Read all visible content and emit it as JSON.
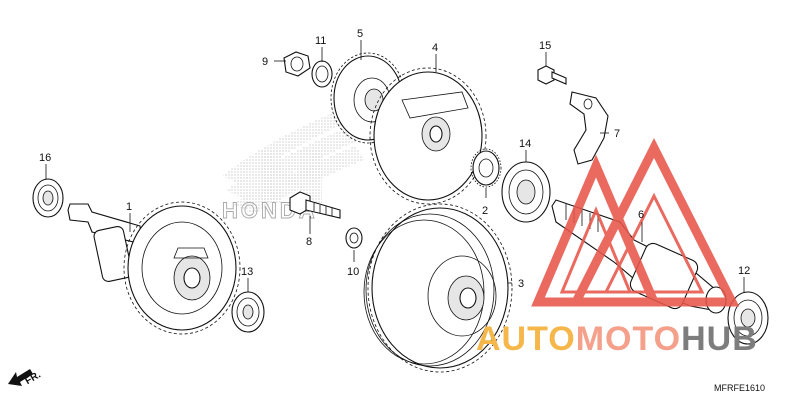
{
  "diagram": {
    "drawing_code": "MFRFE1610",
    "direction_label": "FR.",
    "watermark_logo": "HONDA",
    "watermark": {
      "prefix": "AUTO",
      "middle": "MOTO",
      "suffix": "HUB",
      "prefix_color": "#f5b64a",
      "middle_color": "#f4a08a",
      "suffix_color": "#7d7d7d",
      "triangle_color": "#e8564a"
    },
    "callouts": [
      {
        "id": "1",
        "label": "1"
      },
      {
        "id": "2",
        "label": "2"
      },
      {
        "id": "3",
        "label": "3"
      },
      {
        "id": "4",
        "label": "4"
      },
      {
        "id": "5",
        "label": "5"
      },
      {
        "id": "6",
        "label": "6"
      },
      {
        "id": "7",
        "label": "7"
      },
      {
        "id": "8",
        "label": "8"
      },
      {
        "id": "9",
        "label": "9"
      },
      {
        "id": "10",
        "label": "10"
      },
      {
        "id": "11",
        "label": "11"
      },
      {
        "id": "12",
        "label": "12"
      },
      {
        "id": "13",
        "label": "13"
      },
      {
        "id": "14",
        "label": "14"
      },
      {
        "id": "15",
        "label": "15"
      },
      {
        "id": "16",
        "label": "16"
      }
    ]
  }
}
